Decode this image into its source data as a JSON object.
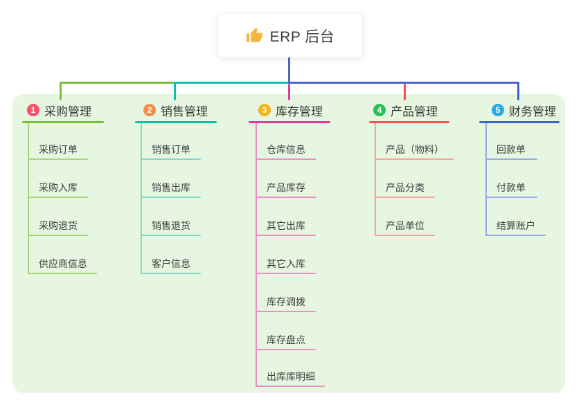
{
  "root": {
    "label": "ERP 后台",
    "icon": "thumbs-up-icon",
    "icon_color": "#f5b63c"
  },
  "branches": [
    {
      "badge": "1",
      "label": "采购管理",
      "badge_color": "#f9506b",
      "line_color": "#7abf3c",
      "light_line_color": "#a8d57b",
      "children": [
        "采购订单",
        "采购入库",
        "采购退货",
        "供应商信息"
      ]
    },
    {
      "badge": "2",
      "label": "销售管理",
      "badge_color": "#fa8c48",
      "line_color": "#0ec0a6",
      "light_line_color": "#7fd8ca",
      "children": [
        "销售订单",
        "销售出库",
        "销售退货",
        "客户信息"
      ]
    },
    {
      "badge": "3",
      "label": "库存管理",
      "badge_color": "#fbb215",
      "line_color": "#e23a97",
      "light_line_color": "#f08cc5",
      "children": [
        "仓库信息",
        "产品库存",
        "其它出库",
        "其它入库",
        "库存调拨",
        "库存盘点",
        "出库库明细"
      ]
    },
    {
      "badge": "4",
      "label": "产品管理",
      "badge_color": "#2cbe57",
      "line_color": "#f94f52",
      "light_line_color": "#fba09a",
      "children": [
        "产品（物料）",
        "产品分类",
        "产品单位"
      ]
    },
    {
      "badge": "5",
      "label": "财务管理",
      "badge_color": "#2ba8e8",
      "line_color": "#3d63d5",
      "light_line_color": "#93abe8",
      "children": [
        "回款单",
        "付款单",
        "结算账户"
      ]
    }
  ],
  "colors": {
    "canvas_bg": "#ffffff",
    "panel_bg": "#e7f6e1",
    "stem": "#5063cf",
    "title_text": "#383838",
    "child_text": "#404040"
  }
}
